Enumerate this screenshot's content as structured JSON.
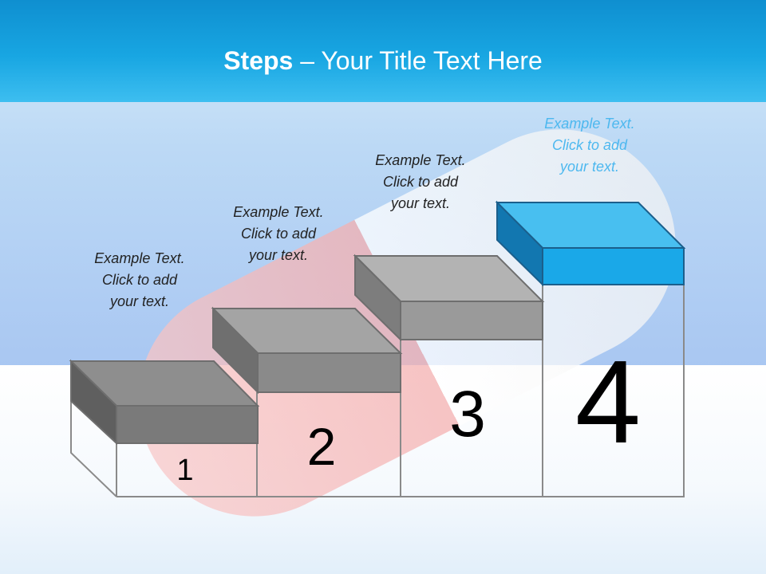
{
  "title": {
    "bold": "Steps",
    "rest": " – Your Title Text Here"
  },
  "steps": [
    {
      "number": "1",
      "text": [
        "Example Text.",
        "Click  to add",
        "your text."
      ]
    },
    {
      "number": "2",
      "text": [
        "Example Text.",
        "Click  to add",
        "your text."
      ]
    },
    {
      "number": "3",
      "text": [
        "Example Text.",
        "Click  to add",
        "your text."
      ]
    },
    {
      "number": "4",
      "text": [
        "Example Text.",
        "Click  to add",
        "your text."
      ]
    }
  ],
  "colors": {
    "header": "#1aa3e0",
    "step_gray_top": "#a9a9a9",
    "step_gray_front": "#8c8c8c",
    "step_highlight_top": "#48bff0",
    "step_highlight_front": "#1aa8e8",
    "highlight_text": "#4db8ef"
  }
}
